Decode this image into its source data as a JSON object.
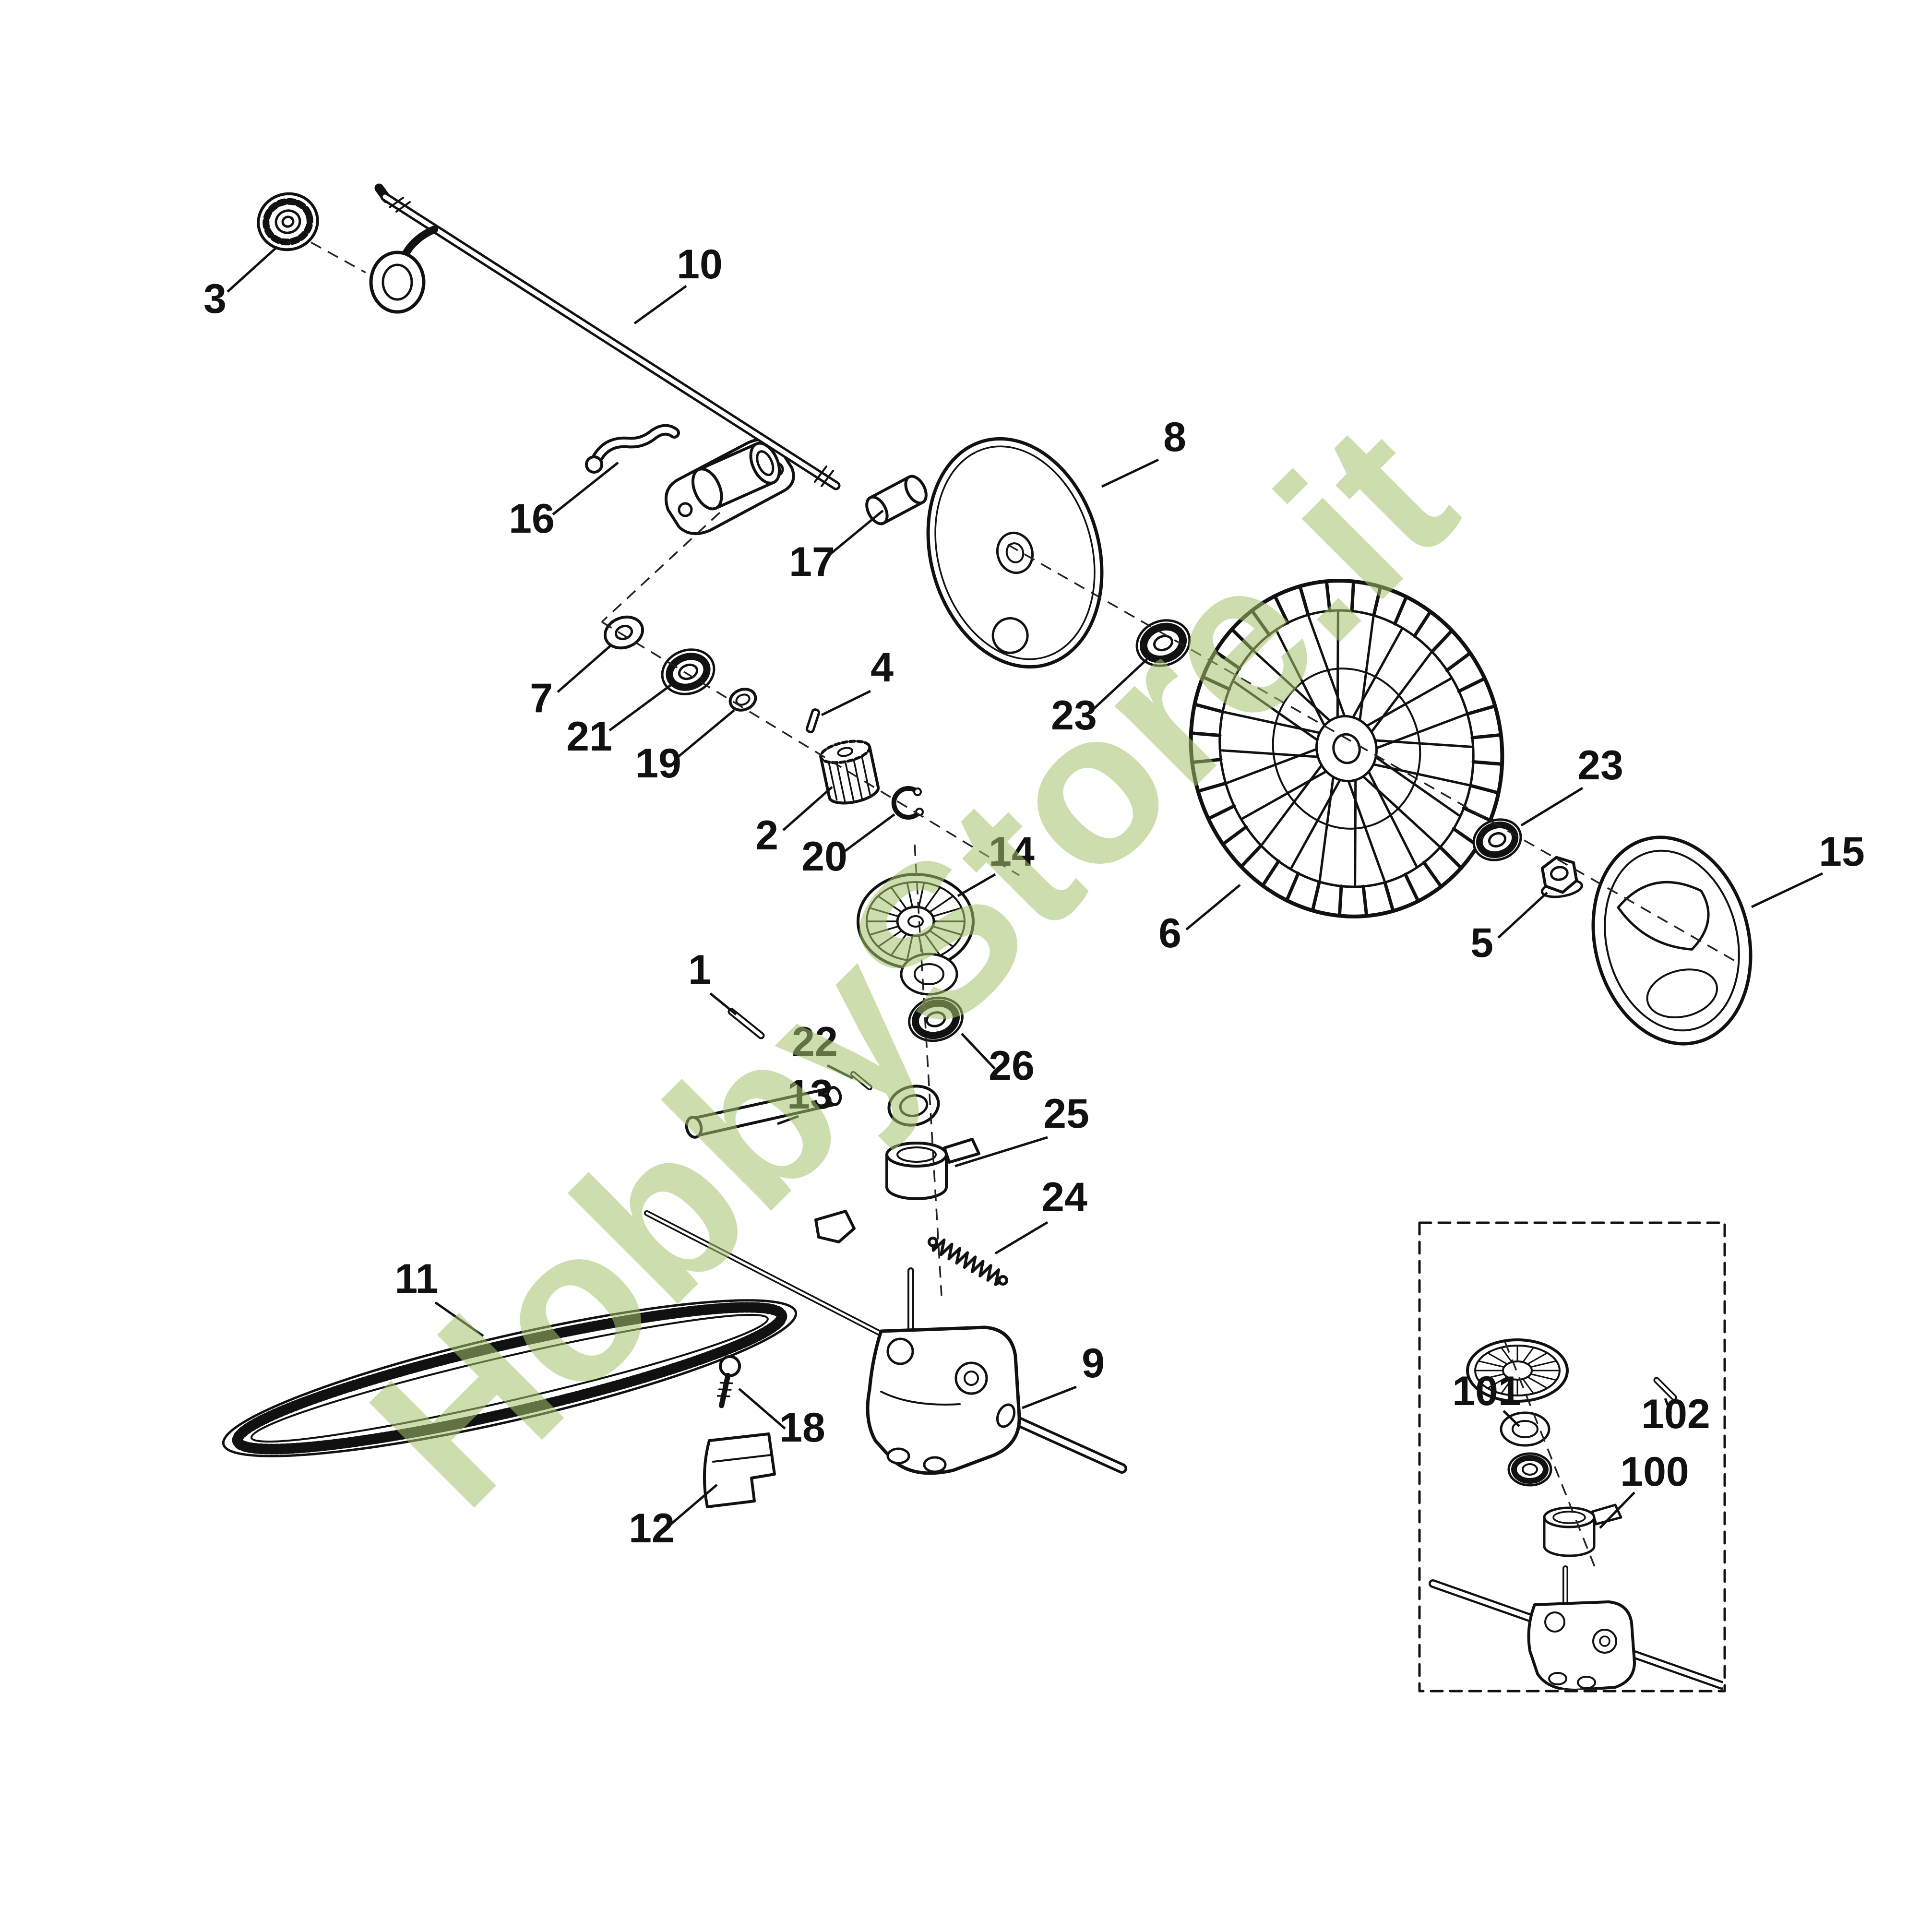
{
  "watermark": "HobbyStore.it",
  "diagram_type": "exploded-parts-diagram",
  "labels": [
    {
      "text": "3"
    },
    {
      "text": "10"
    },
    {
      "text": "16"
    },
    {
      "text": "17"
    },
    {
      "text": "8"
    },
    {
      "text": "7"
    },
    {
      "text": "21"
    },
    {
      "text": "19"
    },
    {
      "text": "4"
    },
    {
      "text": "2"
    },
    {
      "text": "20"
    },
    {
      "text": "23"
    },
    {
      "text": "6"
    },
    {
      "text": "23"
    },
    {
      "text": "5"
    },
    {
      "text": "15"
    },
    {
      "text": "14"
    },
    {
      "text": "1"
    },
    {
      "text": "22"
    },
    {
      "text": "13"
    },
    {
      "text": "26"
    },
    {
      "text": "25"
    },
    {
      "text": "24"
    },
    {
      "text": "11"
    },
    {
      "text": "18"
    },
    {
      "text": "9"
    },
    {
      "text": "12"
    },
    {
      "text": "101"
    },
    {
      "text": "102"
    },
    {
      "text": "100"
    }
  ],
  "colors": {
    "line": "#111111",
    "watermark": "#a5c46d",
    "background": "#ffffff"
  }
}
